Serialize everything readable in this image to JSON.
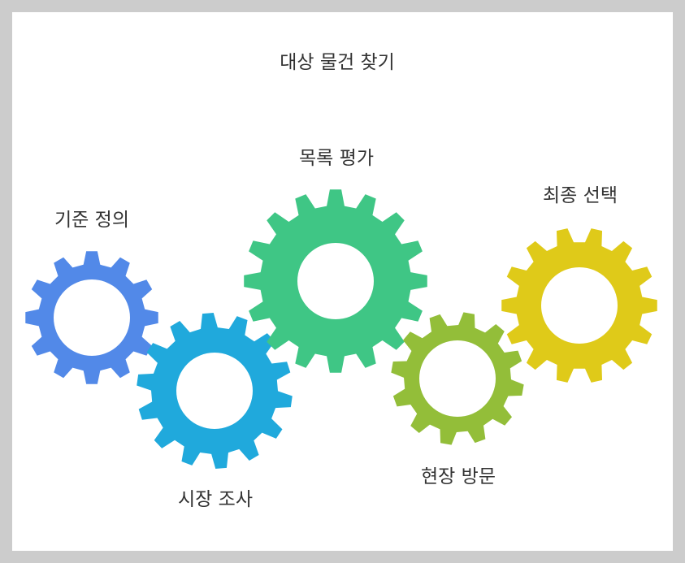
{
  "title": "대상 물건 찾기",
  "steps": [
    {
      "label": "기준 정의",
      "color": "#5289e8"
    },
    {
      "label": "시장 조사",
      "color": "#20a9dc"
    },
    {
      "label": "목록 평가",
      "color": "#3fc685"
    },
    {
      "label": "현장 방문",
      "color": "#93be39"
    },
    {
      "label": "최종 선택",
      "color": "#dfca19"
    }
  ]
}
